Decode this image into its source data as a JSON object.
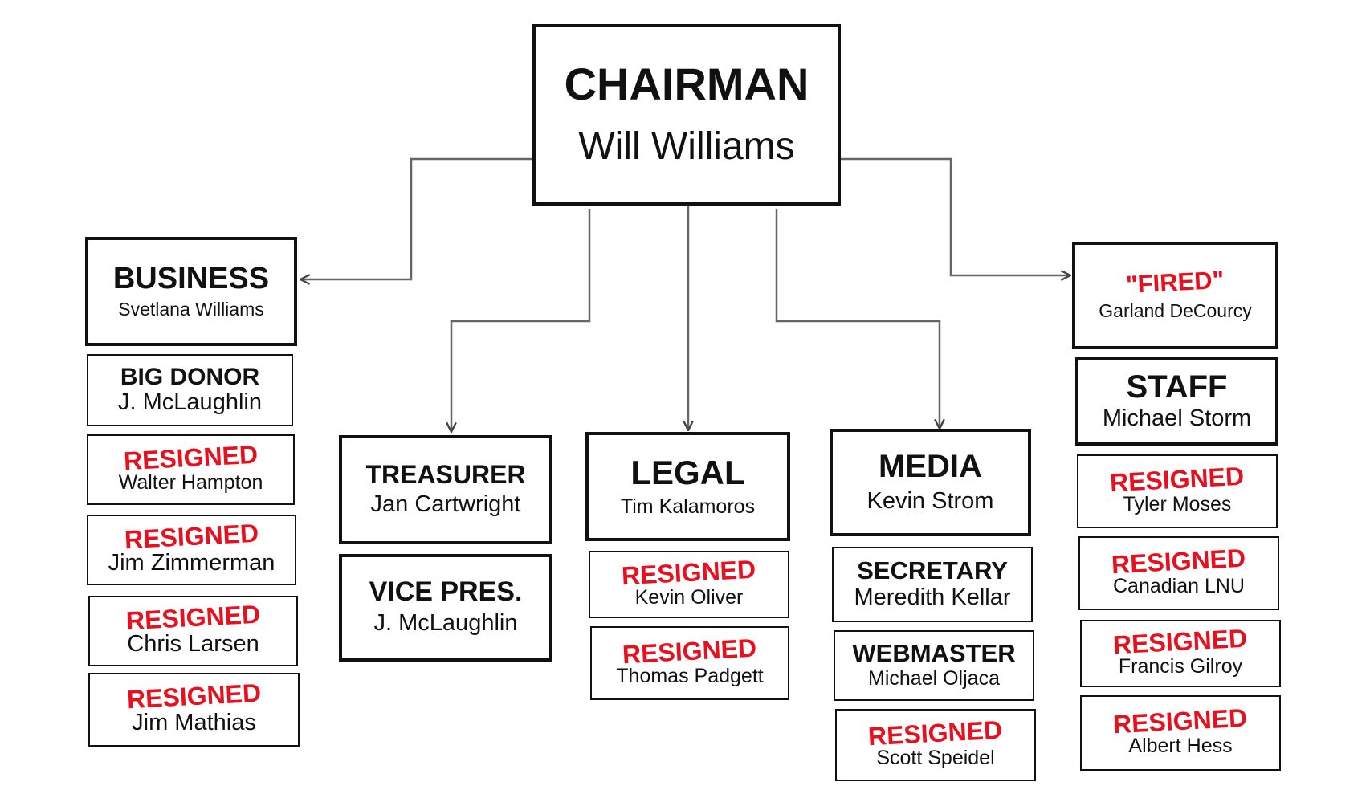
{
  "chairman": {
    "title": "CHAIRMAN",
    "name": "Will Williams"
  },
  "business": {
    "head": {
      "title": "BUSINESS",
      "name": "Svetlana Williams"
    },
    "items": [
      {
        "label": "BIG DONOR",
        "name": "J. McLaughlin"
      },
      {
        "label": "RESIGNED",
        "name": "Walter Hampton"
      },
      {
        "label": "RESIGNED",
        "name": "Jim Zimmerman"
      },
      {
        "label": "RESIGNED",
        "name": "Chris Larsen"
      },
      {
        "label": "RESIGNED",
        "name": "Jim Mathias"
      }
    ]
  },
  "treasurer": {
    "head": {
      "title": "TREASURER",
      "name": "Jan Cartwright"
    },
    "items": [
      {
        "label": "VICE PRES.",
        "name": "J. McLaughlin"
      }
    ]
  },
  "legal": {
    "head": {
      "title": "LEGAL",
      "name": "Tim Kalamoros"
    },
    "items": [
      {
        "label": "RESIGNED",
        "name": "Kevin Oliver"
      },
      {
        "label": "RESIGNED",
        "name": "Thomas Padgett"
      }
    ]
  },
  "media": {
    "head": {
      "title": "MEDIA",
      "name": "Kevin Strom"
    },
    "items": [
      {
        "label": "SECRETARY",
        "name": "Meredith Kellar"
      },
      {
        "label": "WEBMASTER",
        "name": "Michael Oljaca"
      },
      {
        "label": "RESIGNED",
        "name": "Scott Speidel"
      }
    ]
  },
  "fired": {
    "head": {
      "label": "\"FIRED\"",
      "name": "Garland DeCourcy"
    },
    "staff": {
      "title": "STAFF",
      "name": "Michael Storm"
    },
    "items": [
      {
        "label": "RESIGNED",
        "name": "Tyler Moses"
      },
      {
        "label": "RESIGNED",
        "name": "Canadian LNU"
      },
      {
        "label": "RESIGNED",
        "name": "Francis Gilroy"
      },
      {
        "label": "RESIGNED",
        "name": "Albert Hess"
      }
    ]
  },
  "colors": {
    "line": "#555555",
    "border": "#111111",
    "alert": "#e8101e"
  }
}
